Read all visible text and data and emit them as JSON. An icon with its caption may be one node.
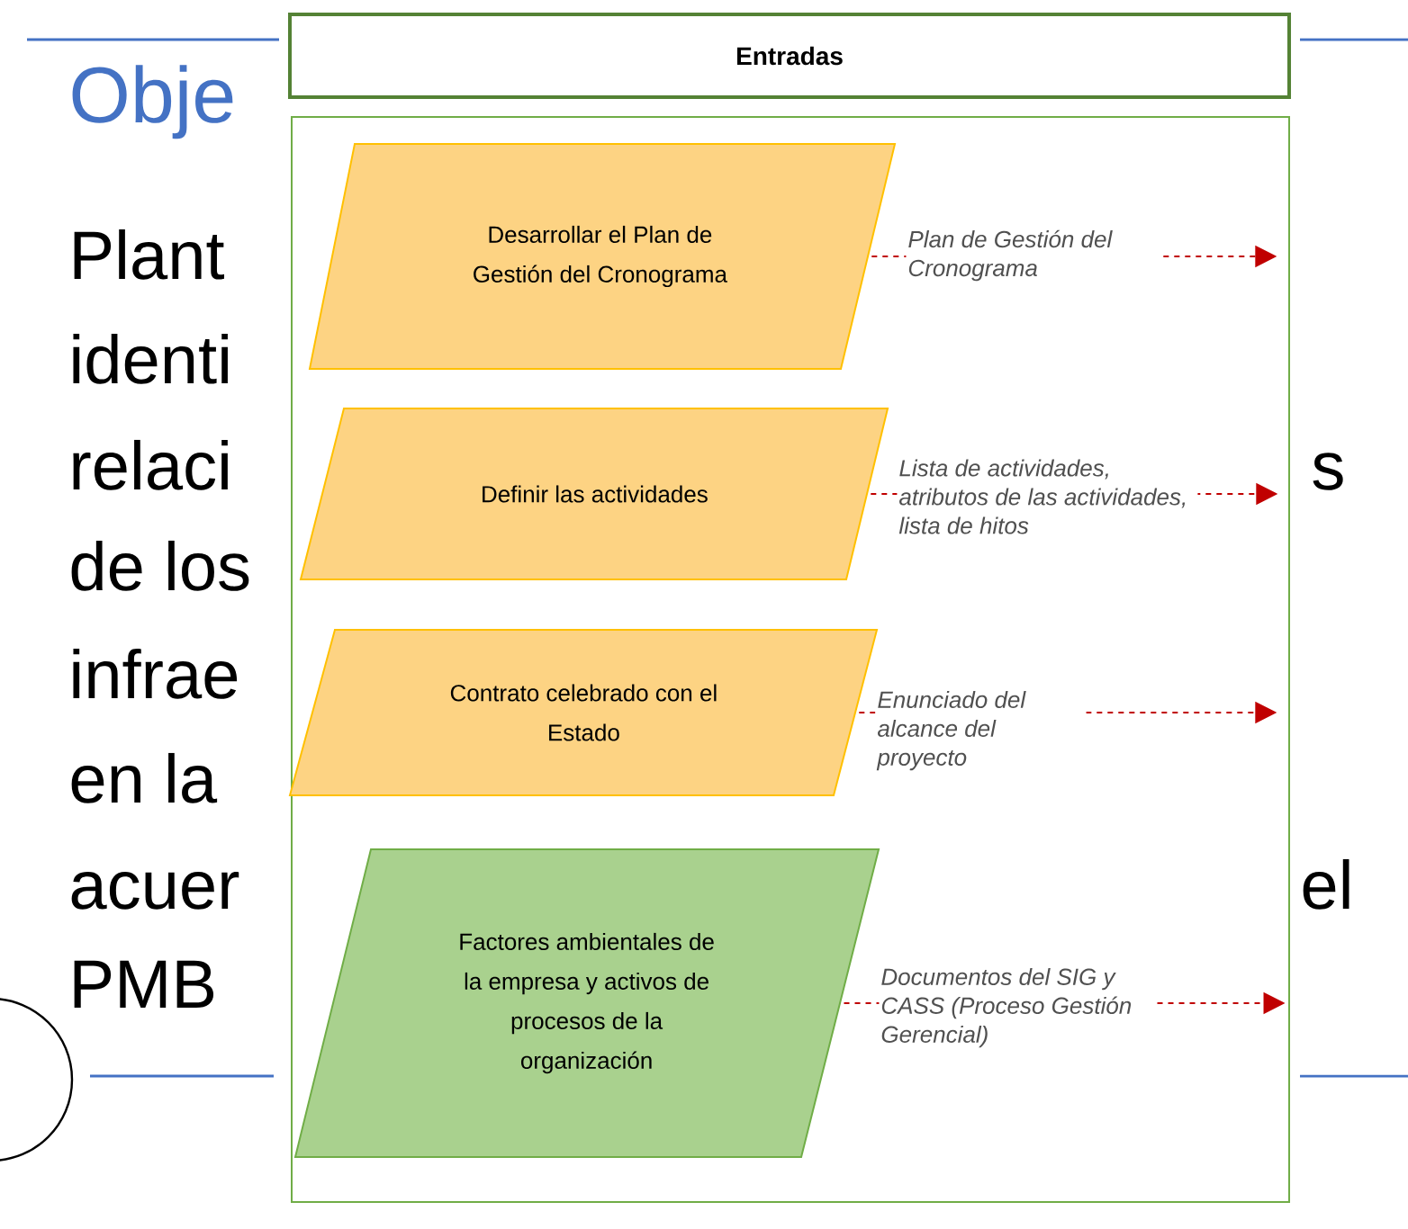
{
  "diagram": {
    "nodes": [
      {
        "text": [
          "Entradas"
        ]
      },
      {
        "text": [],
        "shape": "box"
      },
      {
        "text": [
          "Desarrollar el Plan de Gestión del Cronograma"
        ],
        "in": 1
      },
      {
        "text": [
          "Definir las actividades"
        ],
        "in": 1
      },
      {
        "text": [
          "Contrato celebrado con el Estado"
        ],
        "in": 1
      },
      {
        "text": [
          "Factores ambientales de la empresa y activos de procesos de la organización"
        ],
        "in": 1
      },
      {
        "text": [],
        "shape": "circle"
      }
    ],
    "edges": [
      {
        "from": 2,
        "to": null,
        "arrow": "to",
        "style": "dashed",
        "label": "Plan de Gestión del Cronograma"
      },
      {
        "from": 3,
        "to": null,
        "arrow": "to",
        "style": "dashed",
        "label": "Lista de actividades, atributos de las actividades, lista de hitos"
      },
      {
        "from": 4,
        "to": null,
        "arrow": "to",
        "style": "dashed",
        "label": "Enunciado del alcance del proyecto"
      },
      {
        "from": 5,
        "to": null,
        "arrow": "to",
        "style": "dashed",
        "label": "Documentos del SIG y CASS (Proceso Gestión Gerencial)"
      }
    ],
    "labels": [
      "Obje",
      "Plant",
      "identi",
      "relaci",
      "s",
      "de los",
      "infrae",
      "en la",
      "acuer",
      "el",
      "PMB"
    ]
  }
}
